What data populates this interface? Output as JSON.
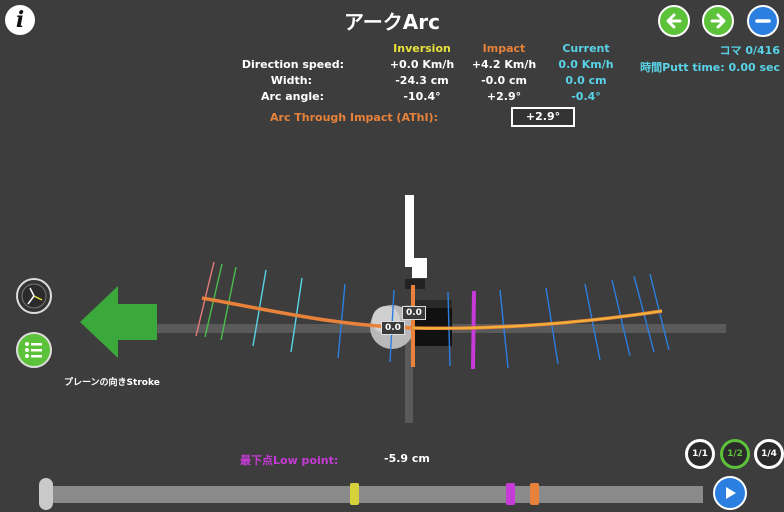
{
  "header": {
    "title": "アークArc",
    "info_icon": "i",
    "koma": "コマ 0/416",
    "putt_time": "時間Putt time: 0.00 sec"
  },
  "nav": {
    "back_icon": "arrow-left-icon",
    "forward_icon": "arrow-right-icon",
    "minus_icon": "minus-icon"
  },
  "metrics": {
    "columns": [
      "Inversion",
      "Impact",
      "Current"
    ],
    "rows": [
      {
        "label": "Direction speed:",
        "inversion": "+0.0 Km/h",
        "impact": "+4.2 Km/h",
        "current": "0.0 Km/h"
      },
      {
        "label": "Width:",
        "inversion": "-24.3 cm",
        "impact": "-0.0 cm",
        "current": "0.0 cm"
      },
      {
        "label": "Arc angle:",
        "inversion": "-10.4°",
        "impact": "+2.9°",
        "current": "-0.4°"
      }
    ],
    "athi_label": "Arc Through Impact (AThI):",
    "athi_value": "+2.9°"
  },
  "stage": {
    "ball_label_top": "0.0",
    "ball_label_left": "0.0",
    "stroke_label": "プレーンの向きStroke",
    "low_point_label": "最下点Low point:",
    "low_point_value": "-5.9 cm"
  },
  "playback": {
    "speeds": [
      "1/1",
      "1/2",
      "1/4"
    ],
    "active_speed": "1/2",
    "progress": 0,
    "markers": [
      {
        "name": "inversion",
        "color": "#d8d23a"
      },
      {
        "name": "low-point",
        "color": "#c63ad8"
      },
      {
        "name": "impact",
        "color": "#e8823a"
      }
    ]
  },
  "colors": {
    "inversion": "#e8e23c",
    "impact": "#e8823a",
    "current": "#59d3e8",
    "low_point": "#c63ad8",
    "accent_green": "#5cc23a",
    "accent_blue": "#2b7fe0"
  }
}
